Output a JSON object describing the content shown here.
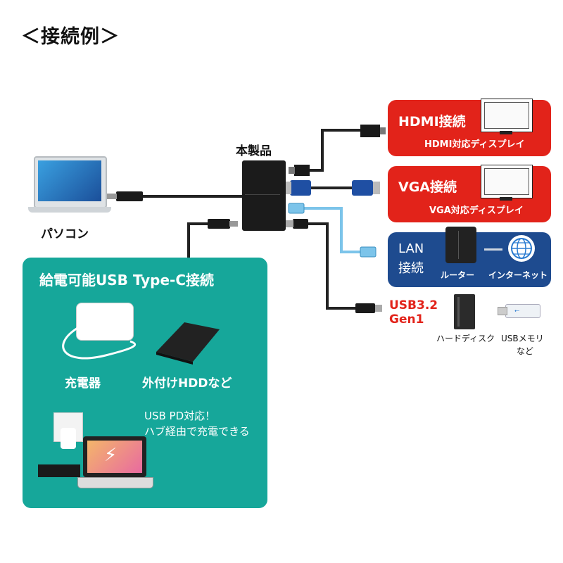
{
  "heading": "＜接続例＞",
  "product": {
    "label": "本製品"
  },
  "pc": {
    "label": "パソコン"
  },
  "hdmi": {
    "title": "HDMI接続",
    "device": "HDMI対応ディスプレイ"
  },
  "vga": {
    "title": "VGA接続",
    "device": "VGA対応ディスプレイ"
  },
  "lan": {
    "title_line1": "LAN",
    "title_line2": "接続",
    "router": "ルーター",
    "internet": "インターネット"
  },
  "usb": {
    "title_line1": "USB3.2",
    "title_line2": "Gen1",
    "hdd": "ハードディスク",
    "memory_line1": "USBメモリ",
    "memory_line2": "など"
  },
  "pd_panel": {
    "title": "給電可能USB Type-C接続",
    "charger": "充電器",
    "ext_hdd": "外付けHDDなど",
    "callout_line1": "USB PD対応！",
    "callout_line2": "ハブ経由で充電できる"
  },
  "colors": {
    "red": "#e2231a",
    "blue": "#1e4b8f",
    "teal": "#16a79a",
    "usb_label": "#e2231a",
    "lan_cable": "#7cc4ea"
  }
}
